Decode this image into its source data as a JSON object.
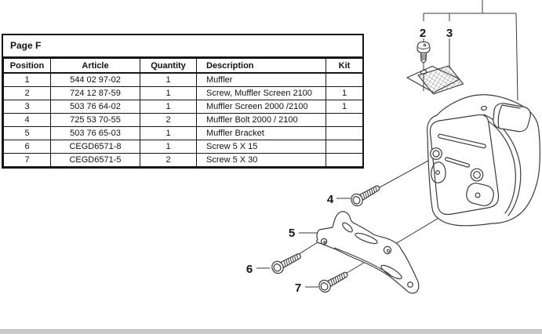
{
  "table": {
    "title": "Page F",
    "columns": [
      "Position",
      "Article",
      "Quantity",
      "Description",
      "Kit"
    ],
    "rows": [
      {
        "position": "1",
        "article": "544 02 97-02",
        "quantity": "1",
        "description": "Muffler",
        "kit": ""
      },
      {
        "position": "2",
        "article": "724 12 87-59",
        "quantity": "1",
        "description": "Screw, Muffler Screen 2100",
        "kit": "1"
      },
      {
        "position": "3",
        "article": "503 76 64-02",
        "quantity": "1",
        "description": "Muffler Screen 2000 /2100",
        "kit": "1"
      },
      {
        "position": "4",
        "article": "725 53 70-55",
        "quantity": "2",
        "description": "Muffler Bolt 2000 / 2100",
        "kit": ""
      },
      {
        "position": "5",
        "article": "503 76 65-03",
        "quantity": "1",
        "description": "Muffler Bracket",
        "kit": ""
      },
      {
        "position": "6",
        "article": "CEGD6571-8",
        "quantity": "1",
        "description": "Screw 5 X 15",
        "kit": ""
      },
      {
        "position": "7",
        "article": "CEGD6571-5",
        "quantity": "2",
        "description": "Screw 5 X 30",
        "kit": ""
      }
    ]
  },
  "diagram": {
    "labels": {
      "l2": "2",
      "l3": "3",
      "l4": "4",
      "l5": "5",
      "l6": "6",
      "l7": "7"
    },
    "line_color": "#3b3b3b",
    "label_color": "#17171f"
  },
  "bottom_bar": {
    "color": "#c9c9c9"
  }
}
